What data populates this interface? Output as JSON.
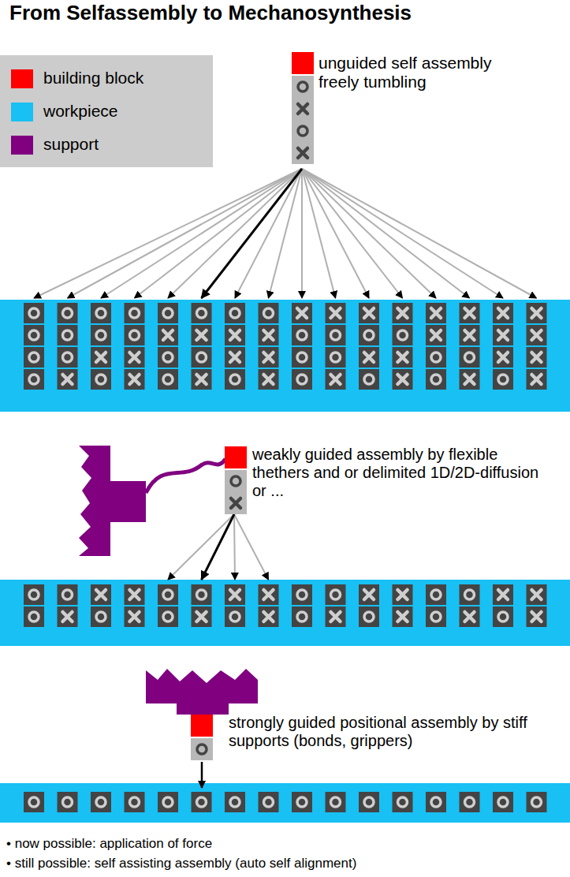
{
  "diagram": {
    "title": "From Selfassembly to Mechanosynthesis",
    "labels": [
      "unguided self assembly freely tumbling",
      "weakly guided assembly by flexible thethers and or delimited 1D/2D-diffusion or ...",
      "strongly guided positional assembly by stiff supports (bonds, grippers)",
      "• now possible: application of force",
      "• still possible: self assisting assembly (auto self alignment)"
    ],
    "legend": [
      {
        "text": "building block",
        "color": "#ff0000"
      },
      {
        "text": "workpiece",
        "color": "#18c0f4"
      },
      {
        "text": "support",
        "color": "#800080"
      }
    ]
  }
}
